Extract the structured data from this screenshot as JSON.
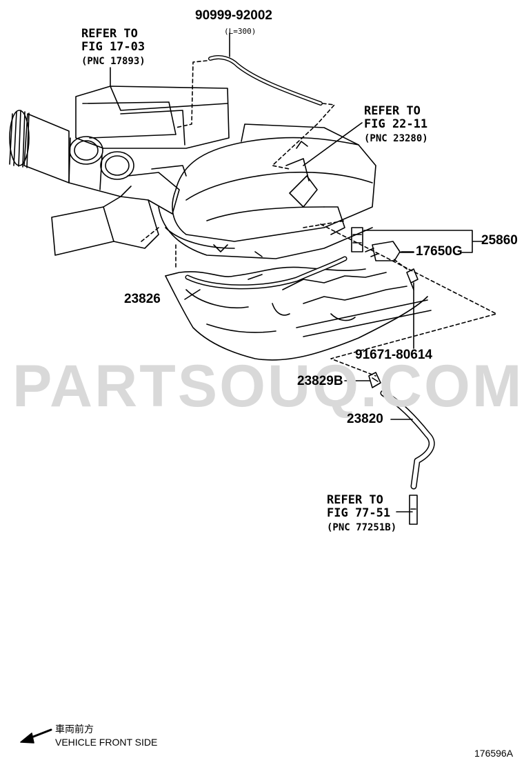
{
  "watermark": "PARTSOUQ.COM",
  "callouts": {
    "hose_top": {
      "part_no": "90999-92002",
      "note": "(L=300)"
    },
    "refer_air": {
      "line1": "REFER TO",
      "line2": "FIG 17-03",
      "line3": "(PNC 17893)"
    },
    "refer_vsv": {
      "line1": "REFER TO",
      "line2": "FIG 22-11",
      "line3": "(PNC 23280)"
    },
    "assy": {
      "part_no": "25860"
    },
    "valve": {
      "part_no": "17650G"
    },
    "hose_mid": {
      "part_no": "23826"
    },
    "bolt": {
      "part_no": "91671-80614"
    },
    "clamp": {
      "part_no": "23829B"
    },
    "hose_low": {
      "part_no": "23820"
    },
    "refer_brake": {
      "line1": "REFER TO",
      "line2": "FIG 77-51",
      "line3": "(PNC 77251B)"
    }
  },
  "legend": {
    "jp": "車両前方",
    "en": "VEHICLE FRONT SIDE"
  },
  "diagram_id": "176596A"
}
